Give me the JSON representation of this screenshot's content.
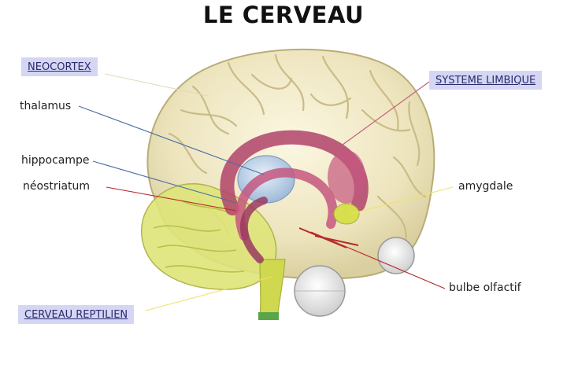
{
  "title": "LE CERVEAU",
  "categories": {
    "neocortex": "NEOCORTEX",
    "limbic": "SYSTEME LIMBIQUE",
    "reptilian": "CERVEAU REPTILIEN"
  },
  "labels": {
    "thalamus": "thalamus",
    "hippocampe": "hippocampe",
    "neostriatum": "néostriatum",
    "amygdale": "amygdale",
    "bulbe": "bulbe olfactif"
  },
  "colors": {
    "category_box": "#d4d6f4",
    "neocortex": "#efe9c4",
    "limbic": "#b0436a",
    "reptilian": "#d6e05a",
    "thalamus": "#b9cfe6",
    "blue_line": "#4b6fa8",
    "red_line": "#b52a2a",
    "yellow_line": "#e8e070"
  }
}
